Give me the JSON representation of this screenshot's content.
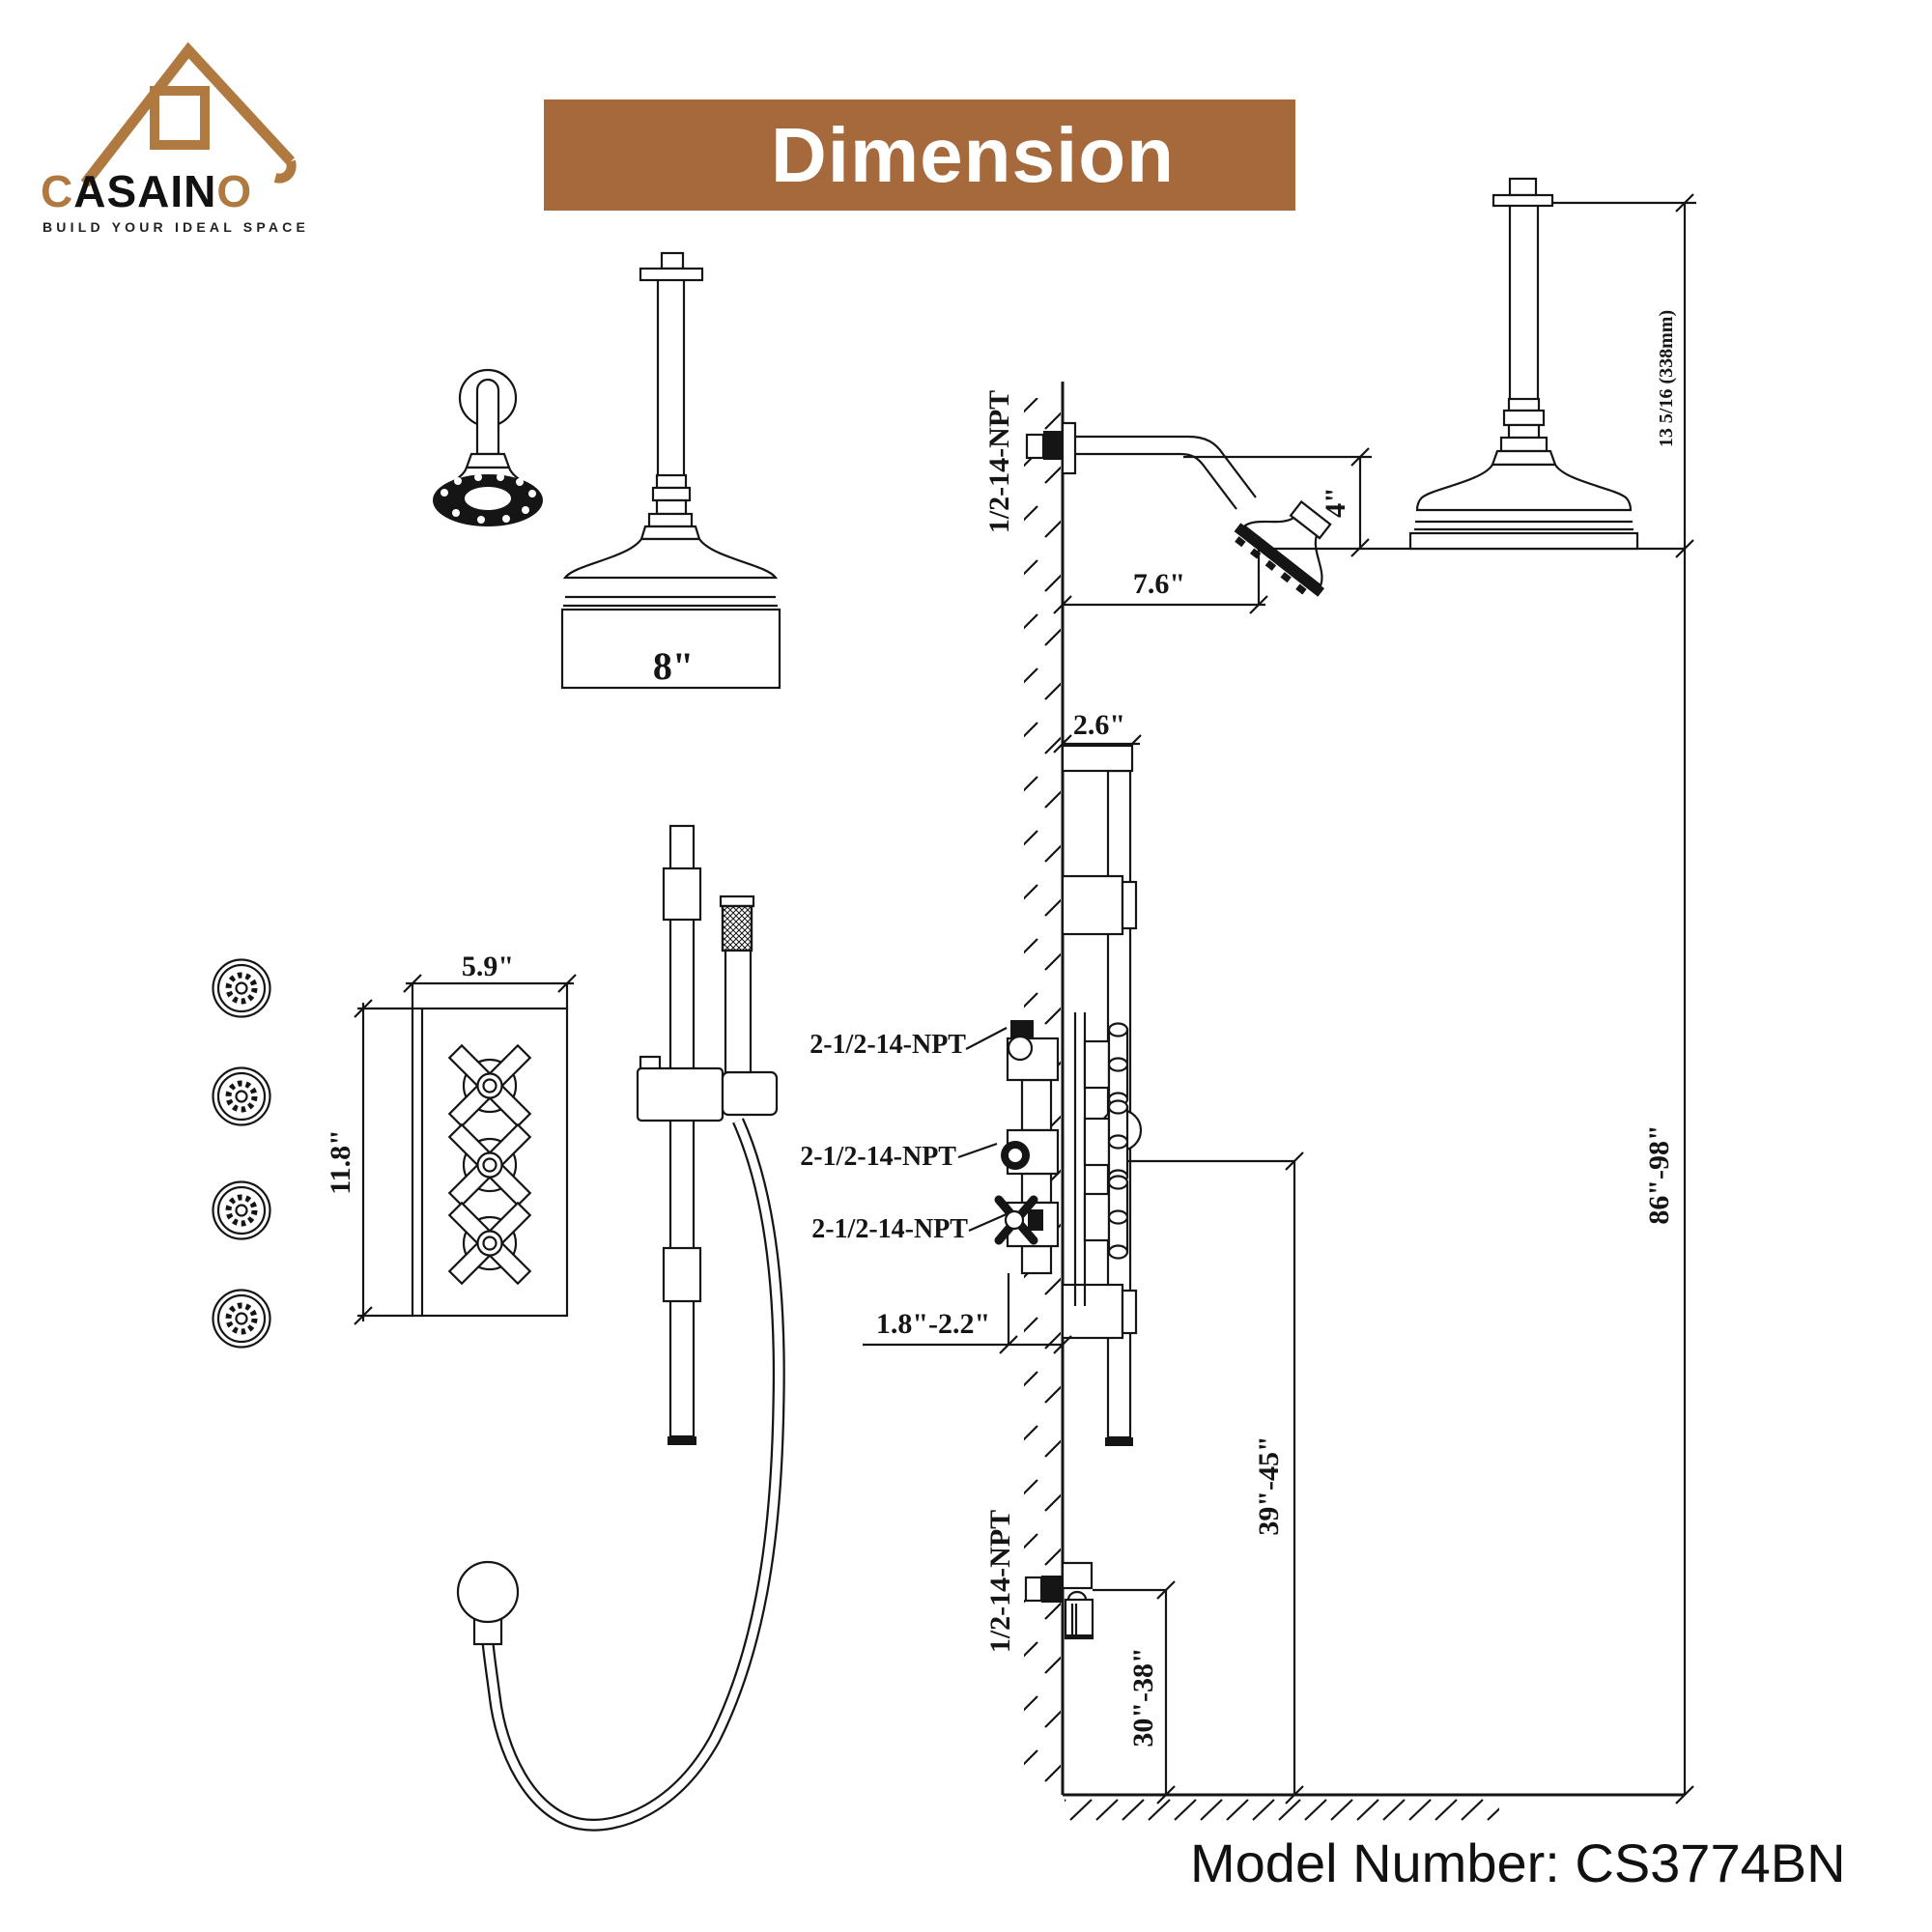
{
  "brand": {
    "c1": "C",
    "mid": "ASAIN",
    "c2": "O",
    "tagline": "BUILD YOUR IDEAL SPACE",
    "brand_brown": "#B0793F"
  },
  "banner": {
    "title": "Dimension",
    "bg": "#A5693C",
    "fg": "#FFFFFF"
  },
  "dims": {
    "rain_head_width": "8\"",
    "panel_width": "5.9\"",
    "panel_height": "11.8\"",
    "wall_arm_npt": "1/2-14-NPT",
    "head_height": "4\"",
    "arm_reach": "7.6\"",
    "ceiling_drop": "13 5/16 (338mm)",
    "bar_top_offset": "2.6\"",
    "valve_inlet_npt_top": "2-1/2-14-NPT",
    "valve_inlet_npt_mid": "2-1/2-14-NPT",
    "valve_inlet_npt_bottom": "2-1/2-14-NPT",
    "valve_rough_in": "1.8\"-2.2\"",
    "rain_head_height_range": "86\"-98\"",
    "valve_height_range": "39\"-45\"",
    "outlet_height_range": "30\"-38\"",
    "outlet_npt": "1/2-14-NPT"
  },
  "model_line": "Model Number: CS3774BN"
}
